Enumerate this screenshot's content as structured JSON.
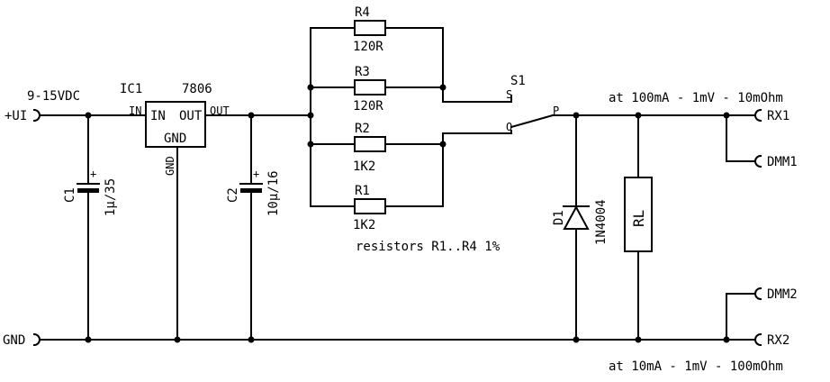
{
  "supply": {
    "label": "+UI",
    "range": "9-15VDC"
  },
  "ground": {
    "label": "GND"
  },
  "c1": {
    "ref": "C1",
    "value": "1μ/35",
    "plus": "+"
  },
  "ic1": {
    "ref": "IC1",
    "part": "7806",
    "pin_in": "IN",
    "pin_out": "OUT",
    "pin_gnd": "GND",
    "net_in": "IN",
    "net_out": "OUT",
    "net_gnd": "GND"
  },
  "c2": {
    "ref": "C2",
    "value": "10μ/16",
    "plus": "+"
  },
  "r4": {
    "ref": "R4",
    "value": "120R"
  },
  "r3": {
    "ref": "R3",
    "value": "120R"
  },
  "r2": {
    "ref": "R2",
    "value": "1K2"
  },
  "r1": {
    "ref": "R1",
    "value": "1K2"
  },
  "resistor_note": "resistors R1..R4 1%",
  "s1": {
    "ref": "S1",
    "pos_s": "S",
    "pos_o": "O",
    "pos_p": "P"
  },
  "d1": {
    "ref": "D1",
    "part": "1N4004"
  },
  "rl": {
    "ref": "RL"
  },
  "note_top": "at 100mA - 1mV - 10mOhm",
  "note_bottom": "at 10mA - 1mV - 100mOhm",
  "terminals": {
    "rx1": "RX1",
    "dmm1": "DMM1",
    "dmm2": "DMM2",
    "rx2": "RX2"
  }
}
